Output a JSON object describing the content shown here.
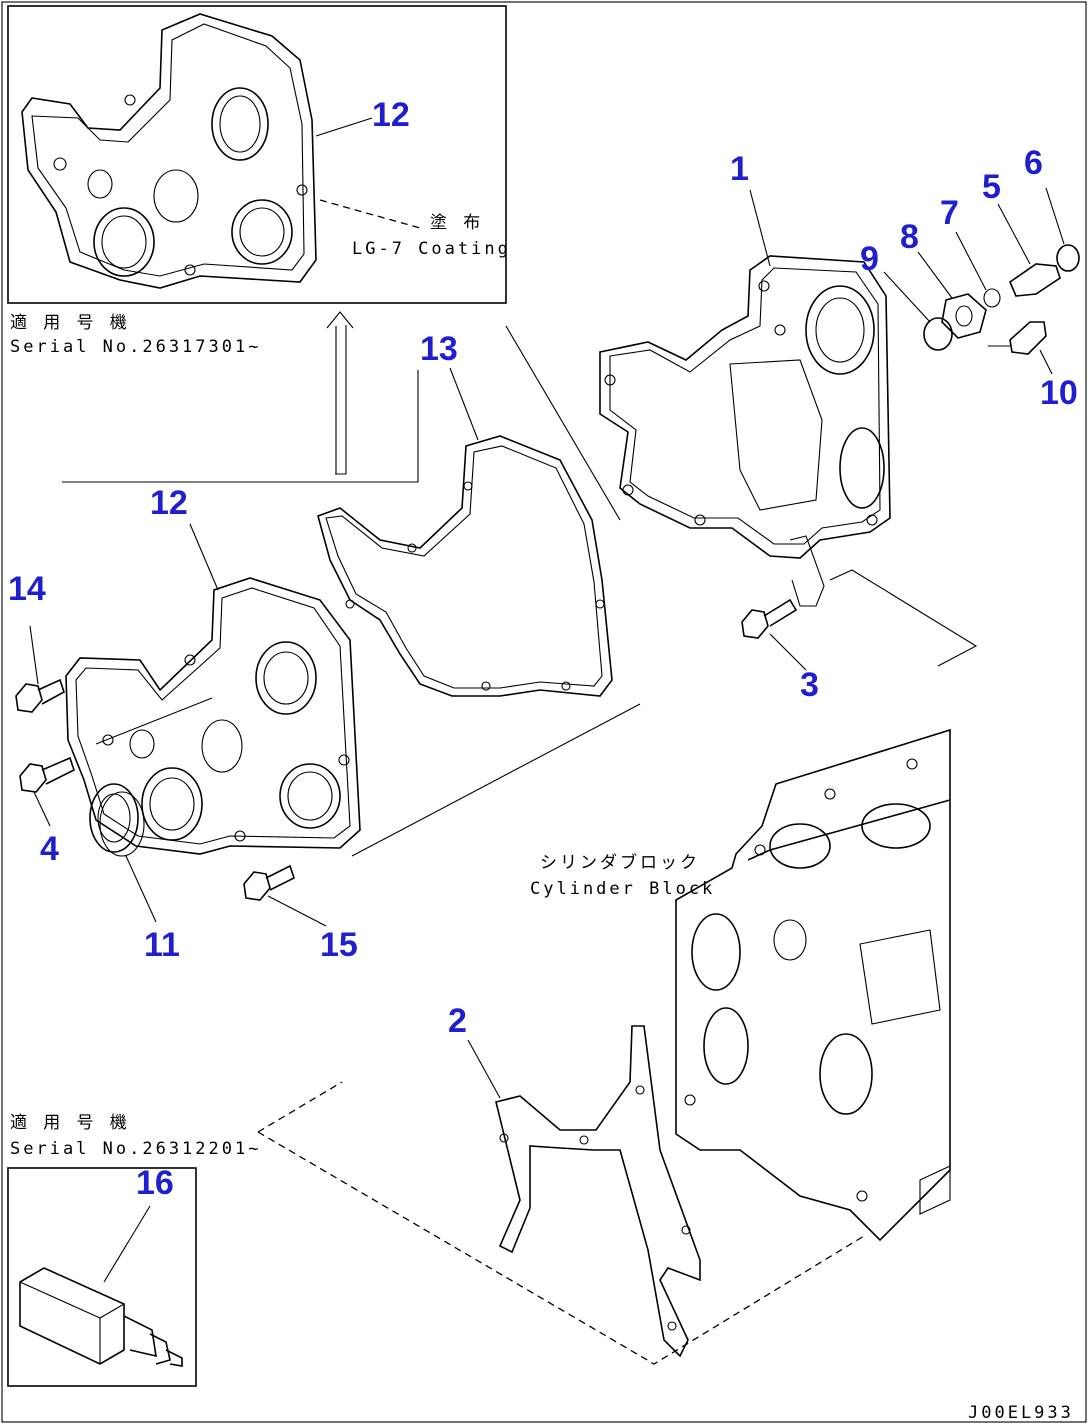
{
  "colors": {
    "callout": "#1f1fcf",
    "line": "#000000",
    "background": "#ffffff"
  },
  "callouts": {
    "c1": "1",
    "c2": "2",
    "c3": "3",
    "c4": "4",
    "c5": "5",
    "c6": "6",
    "c7": "7",
    "c8": "8",
    "c9": "9",
    "c10": "10",
    "c11": "11",
    "c12_inset": "12",
    "c12": "12",
    "c13": "13",
    "c14": "14",
    "c15": "15",
    "c16": "16"
  },
  "notes": {
    "coating_jp": "塗 布",
    "coating_en": "LG-7 Coating",
    "serial_top_jp": "適 用 号 機",
    "serial_top_en": "Serial No.26317301~",
    "cylinder_block_jp": "シリンダブロック",
    "cylinder_block_en": "Cylinder Block",
    "serial_bottom_jp": "適 用 号 機",
    "serial_bottom_en": "Serial No.26312201~",
    "drawing_code": "J00EL933"
  }
}
